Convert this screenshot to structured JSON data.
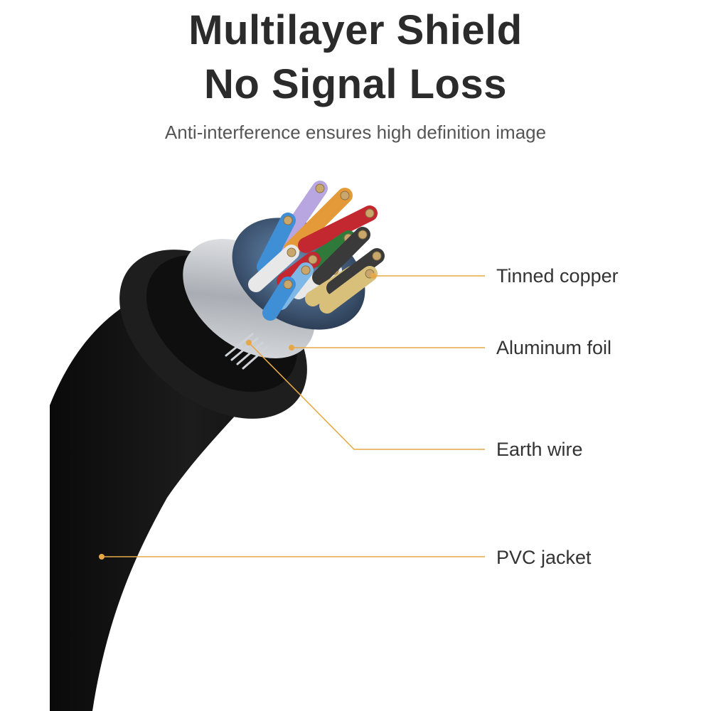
{
  "heading": {
    "line1": "Multilayer Shield",
    "line2": "No Signal Loss",
    "subtitle": "Anti-interference ensures high definition image"
  },
  "callouts": {
    "tinned_copper": "Tinned copper",
    "aluminum_foil": "Aluminum foil",
    "earth_wire": "Earth wire",
    "pvc_jacket": "PVC jacket"
  },
  "colors": {
    "leader_line": "#e6a847",
    "jacket": "#141414",
    "foil": "#c9ccd1",
    "wire_insulation": [
      "#b7a6e0",
      "#e59a3a",
      "#c3272f",
      "#3f8fd6",
      "#2f7a3a",
      "#e8e8e8",
      "#d8c07a",
      "#7fb8e6",
      "#3a3a3a"
    ]
  }
}
